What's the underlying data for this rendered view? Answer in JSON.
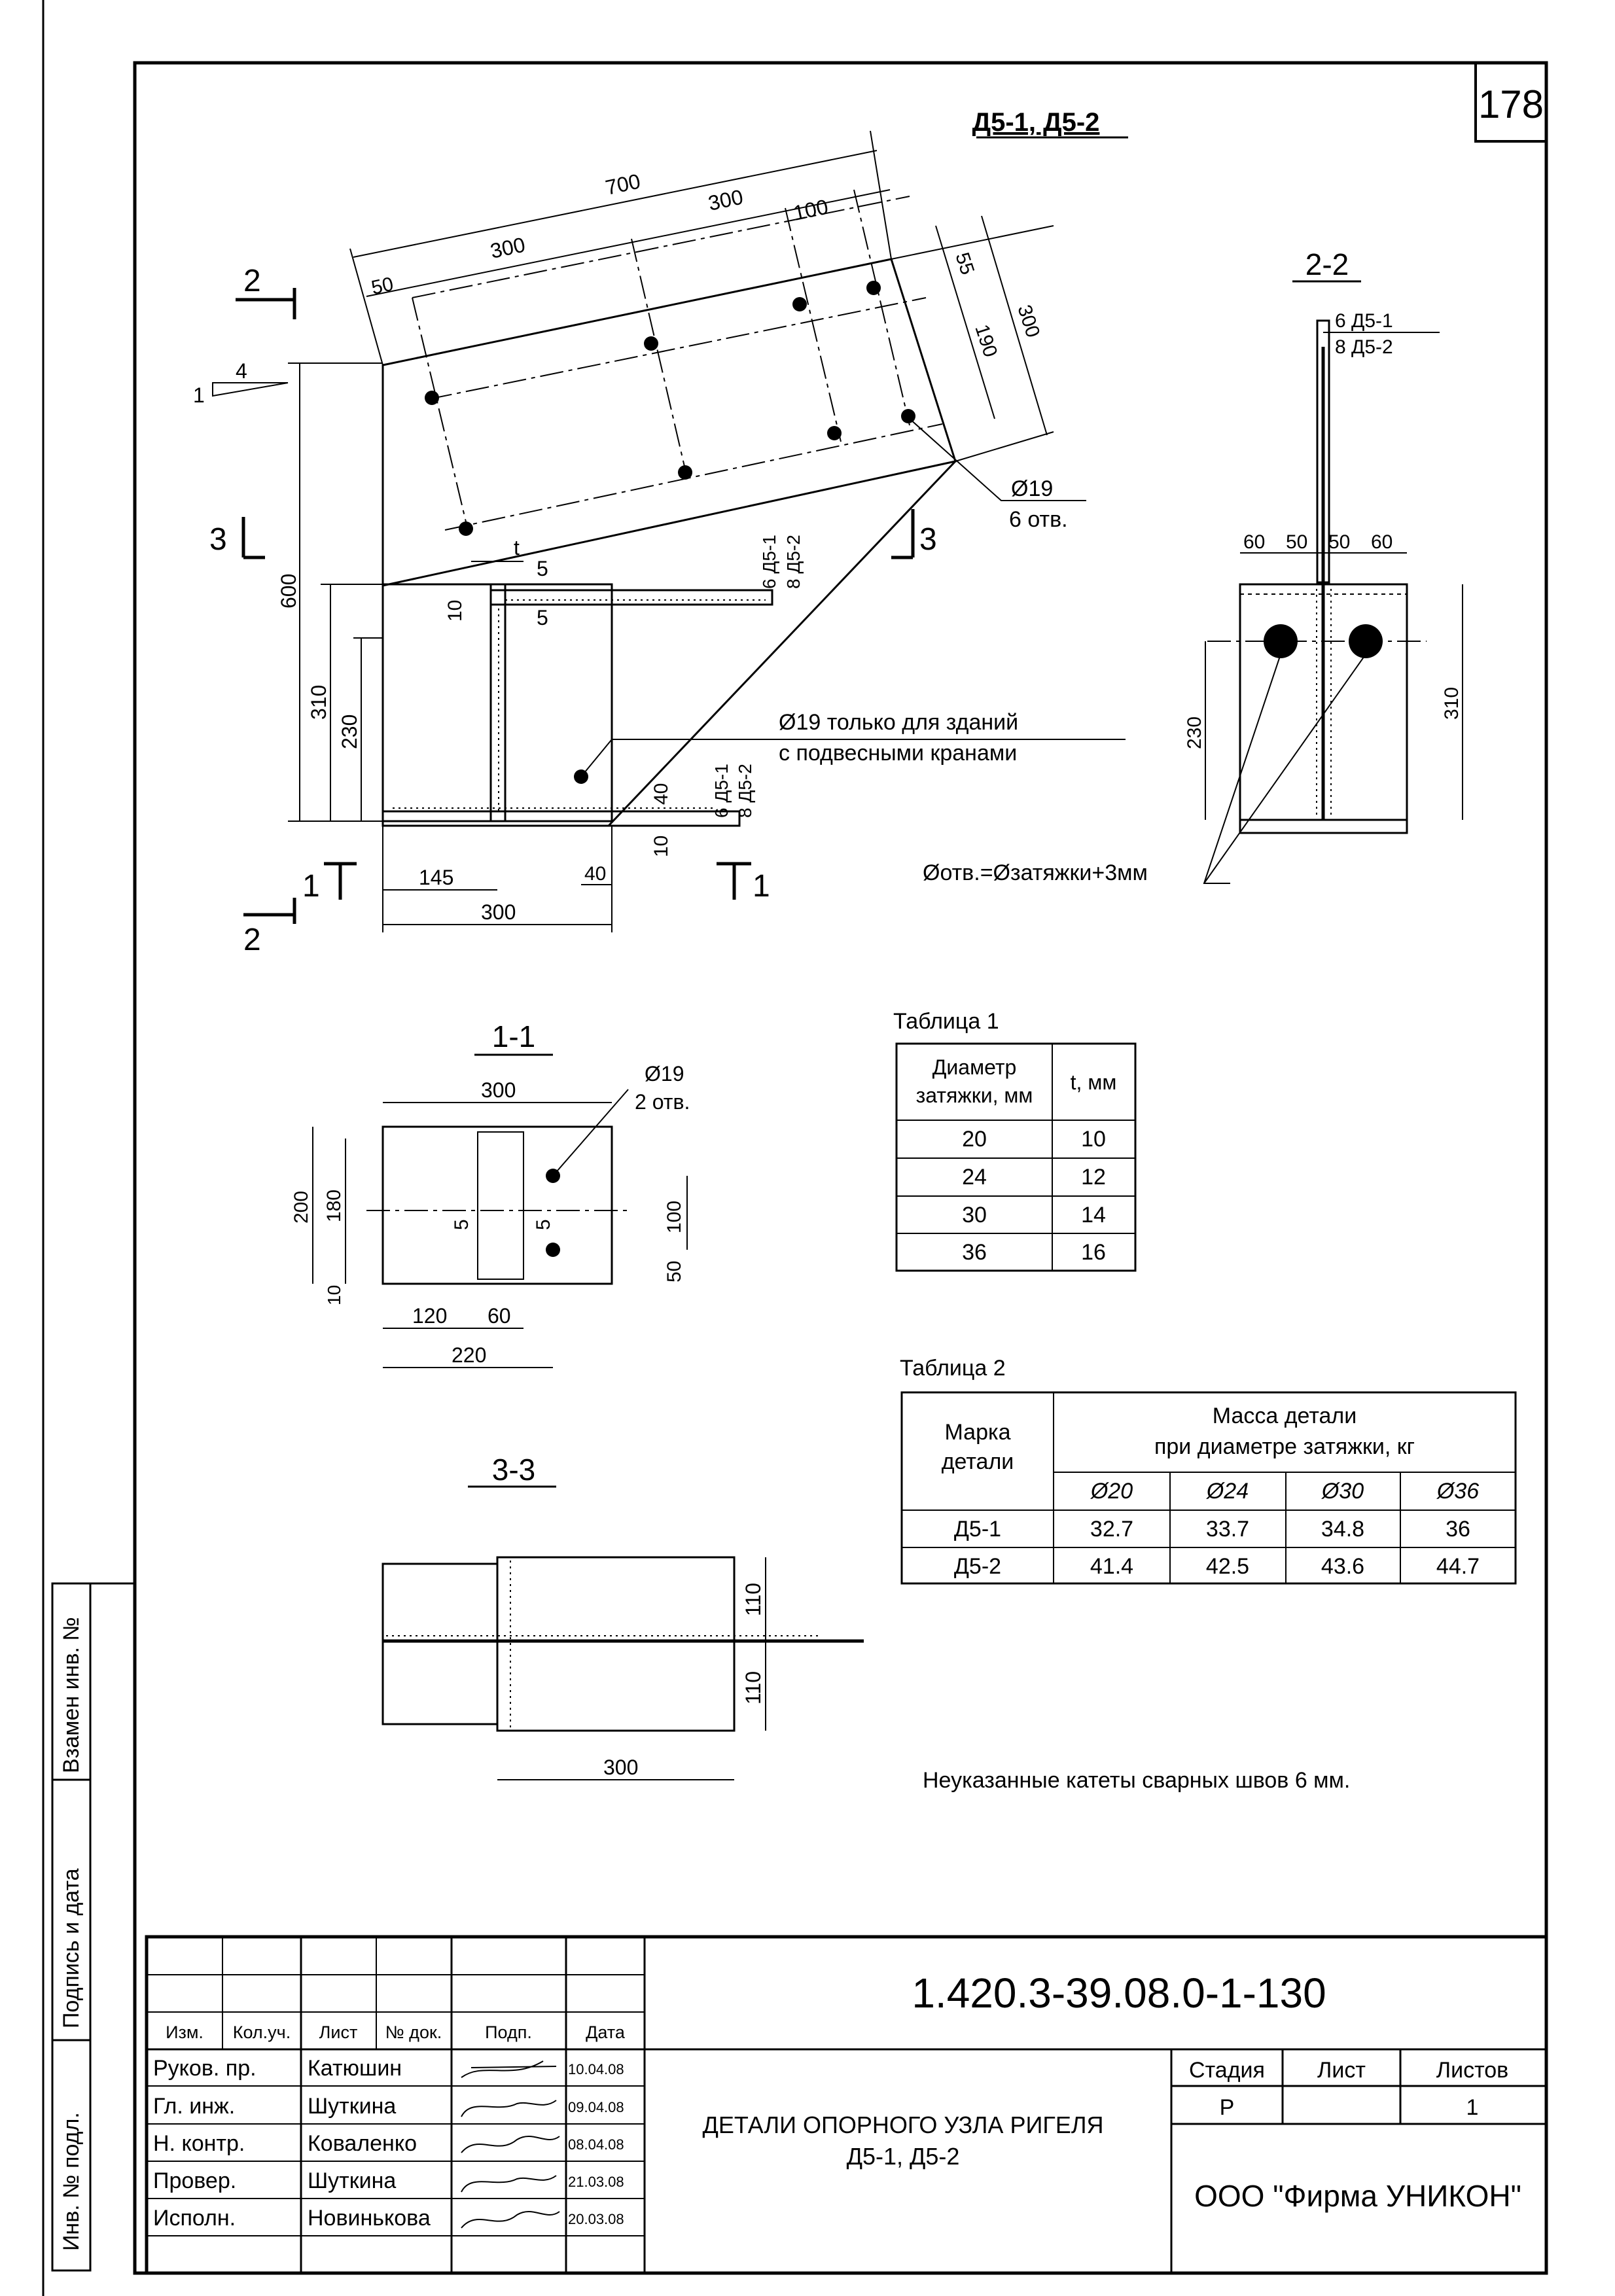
{
  "sheet_number": "178",
  "heading": "Д5-1, Д5-2",
  "plan": {
    "dims": [
      "700",
      "300",
      "300",
      "100",
      "50",
      "55",
      "190",
      "300",
      "600",
      "310",
      "230",
      "145",
      "300",
      "40",
      "40",
      "10",
      "10",
      "5",
      "5",
      "t"
    ],
    "slope_rise": "1",
    "slope_run": "4",
    "section_marks": [
      "2",
      "2",
      "3",
      "3",
      "1",
      "1"
    ],
    "hole_callout_diameter": "Ø19",
    "hole_callout_count": "6 отв.",
    "plate_thickness_a": "6 Д5-1",
    "plate_thickness_b": "8 Д5-2",
    "crane_note_line1": "Ø19 только для зданий",
    "crane_note_line2": "с подвесными кранами",
    "bottom_thickness_a": "6 Д5-1",
    "bottom_thickness_b": "8 Д5-2"
  },
  "section_2_2": {
    "title": "2-2",
    "thickness_a": "6 Д5-1",
    "thickness_b": "8 Д5-2",
    "dims": [
      "60",
      "50",
      "50",
      "60",
      "310",
      "230"
    ],
    "hole_note": "Øотв.=Øзатяжки+3мм"
  },
  "section_1_1": {
    "title": "1-1",
    "hole_diameter": "Ø19",
    "hole_count": "2 отв.",
    "dims": [
      "300",
      "200",
      "180",
      "10",
      "100",
      "50",
      "120",
      "60",
      "220",
      "5",
      "5"
    ]
  },
  "section_3_3": {
    "title": "3-3",
    "dims": [
      "110",
      "110",
      "300"
    ]
  },
  "table1": {
    "caption": "Таблица 1",
    "header_col1_line1": "Диаметр",
    "header_col1_line2": "затяжки, мм",
    "header_col2": "t, мм",
    "rows": [
      [
        "20",
        "10"
      ],
      [
        "24",
        "12"
      ],
      [
        "30",
        "14"
      ],
      [
        "36",
        "16"
      ]
    ]
  },
  "table2": {
    "caption": "Таблица 2",
    "header_col1_line1": "Марка",
    "header_col1_line2": "детали",
    "header_group_line1": "Масса детали",
    "header_group_line2": "при диаметре затяжки, кг",
    "diameters": [
      "Ø20",
      "Ø24",
      "Ø30",
      "Ø36"
    ],
    "rows": [
      [
        "Д5-1",
        "32.7",
        "33.7",
        "34.8",
        "36"
      ],
      [
        "Д5-2",
        "41.4",
        "42.5",
        "43.6",
        "44.7"
      ]
    ]
  },
  "weld_note": "Неуказанные катеты сварных швов 6 мм.",
  "side_stamp": {
    "replace_inv": "Взамен инв. №",
    "signature_date": "Подпись и дата",
    "inv_original": "Инв. № подл."
  },
  "title_block": {
    "doc_code": "1.420.3-39.08.0-1-130",
    "headers": [
      "Изм.",
      "Кол.уч.",
      "Лист",
      "№ док.",
      "Подп.",
      "Дата"
    ],
    "people": [
      {
        "role": "Руков. пр.",
        "name": "Катюшин",
        "date": "10.04.08"
      },
      {
        "role": "Гл. инж.",
        "name": "Шуткина",
        "date": "09.04.08"
      },
      {
        "role": "Н. контр.",
        "name": "Коваленко",
        "date": "08.04.08"
      },
      {
        "role": "Провер.",
        "name": "Шуткина",
        "date": "21.03.08"
      },
      {
        "role": "Исполн.",
        "name": "Новинькова",
        "date": "20.03.08"
      }
    ],
    "drawing_title_line1": "ДЕТАЛИ ОПОРНОГО УЗЛА РИГЕЛЯ",
    "drawing_title_line2": "Д5-1, Д5-2",
    "stage_label": "Стадия",
    "sheet_label": "Лист",
    "sheets_label": "Листов",
    "stage_value": "Р",
    "sheet_value": "",
    "sheets_value": "1",
    "company": "ООО \"Фирма УНИКОН\""
  }
}
